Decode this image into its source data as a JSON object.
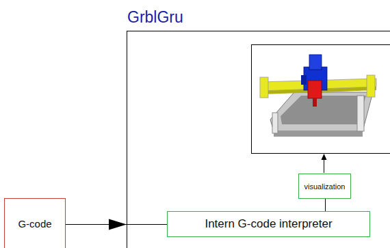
{
  "diagram": {
    "nodes": [
      {
        "text": [
          "GrblGru"
        ]
      },
      {
        "text": [
          "G-code"
        ]
      },
      {
        "text": [
          "Intern G-code interpreter"
        ],
        "in": 0
      },
      {
        "text": [
          "visualization"
        ],
        "in": 0
      }
    ],
    "edges": [
      {
        "from": 1,
        "to": 2,
        "arrow": "to"
      },
      {
        "from": 2,
        "to": 3,
        "arrow": "none"
      }
    ]
  }
}
